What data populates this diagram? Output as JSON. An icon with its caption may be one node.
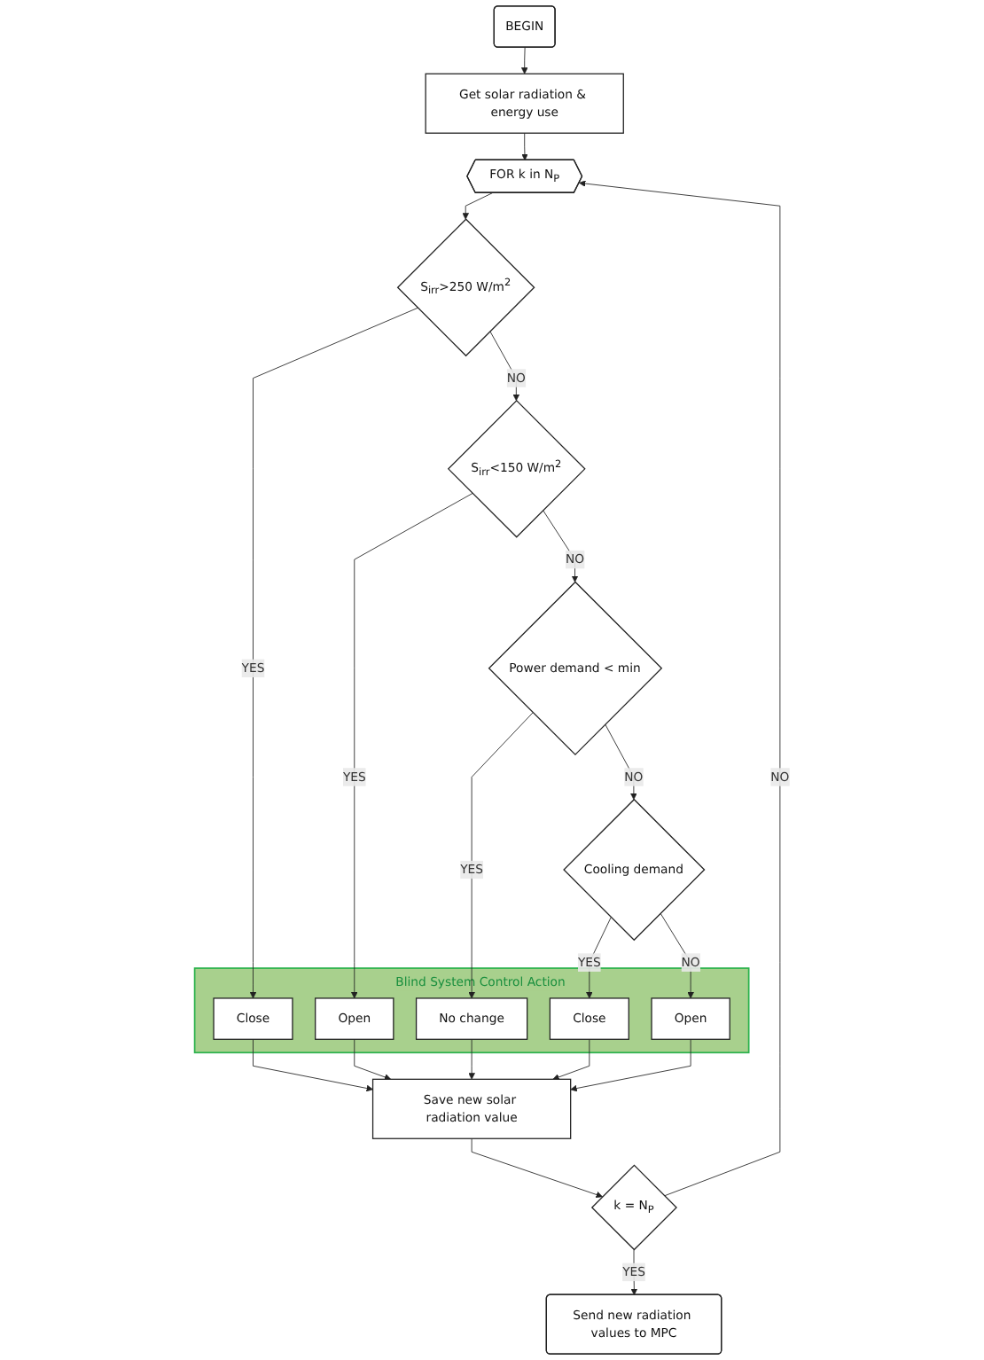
{
  "diagram": {
    "nodes": [
      {
        "text": [
          "BEGIN"
        ]
      },
      {
        "text": [
          "Get solar radiation & energy use"
        ]
      },
      {
        "text": [
          "FOR k in N$_{P}$"
        ]
      },
      {
        "text": [
          "Blind System Control Action"
        ]
      },
      {
        "text": [
          "S$_{irr}$>250 W/m$^{2}$"
        ]
      },
      {
        "text": [
          "Close"
        ],
        "in": 3
      },
      {
        "text": [
          "S$_{irr}$<150 W/m$^{2}$"
        ]
      },
      {
        "text": [
          "Open"
        ],
        "in": 3
      },
      {
        "text": [
          "Power demand < min"
        ]
      },
      {
        "text": [
          "No change"
        ],
        "in": 3
      },
      {
        "text": [
          "Cooling demand"
        ]
      },
      {
        "text": [
          "Close"
        ],
        "in": 3
      },
      {
        "text": [
          "Open"
        ],
        "in": 3
      },
      {
        "text": [
          "Save new solar radiation value"
        ]
      },
      {
        "text": [
          "k = N$_{P}$"
        ]
      },
      {
        "text": [
          "Send new radiation values to MPC"
        ]
      }
    ],
    "edges": [
      {
        "from": 0,
        "to": 1,
        "arrow": "to"
      },
      {
        "from": 1,
        "to": 2,
        "arrow": "to"
      },
      {
        "from": 2,
        "to": 4,
        "arrow": "to"
      },
      {
        "from": 4,
        "to": 5,
        "arrow": "to",
        "label": "YES"
      },
      {
        "from": 4,
        "to": 6,
        "arrow": "to",
        "label": "NO"
      },
      {
        "from": 6,
        "to": 7,
        "arrow": "to",
        "label": "YES"
      },
      {
        "from": 6,
        "to": 8,
        "arrow": "to",
        "label": "NO"
      },
      {
        "from": 8,
        "to": 9,
        "arrow": "to",
        "label": "YES"
      },
      {
        "from": 8,
        "to": 10,
        "arrow": "to",
        "label": "NO"
      },
      {
        "from": 10,
        "to": 11,
        "arrow": "to",
        "label": "YES"
      },
      {
        "from": 10,
        "to": 12,
        "arrow": "to",
        "label": "NO"
      },
      {
        "from": 5,
        "to": 13,
        "arrow": "to"
      },
      {
        "from": 7,
        "to": 13,
        "arrow": "to"
      },
      {
        "from": 9,
        "to": 13,
        "arrow": "to"
      },
      {
        "from": 11,
        "to": 13,
        "arrow": "to"
      },
      {
        "from": 12,
        "to": 13,
        "arrow": "to"
      },
      {
        "from": 13,
        "to": 14,
        "arrow": "to"
      },
      {
        "from": 14,
        "to": 2,
        "arrow": "to",
        "label": "NO"
      },
      {
        "from": 14,
        "to": 15,
        "arrow": "to",
        "label": "YES"
      }
    ]
  }
}
